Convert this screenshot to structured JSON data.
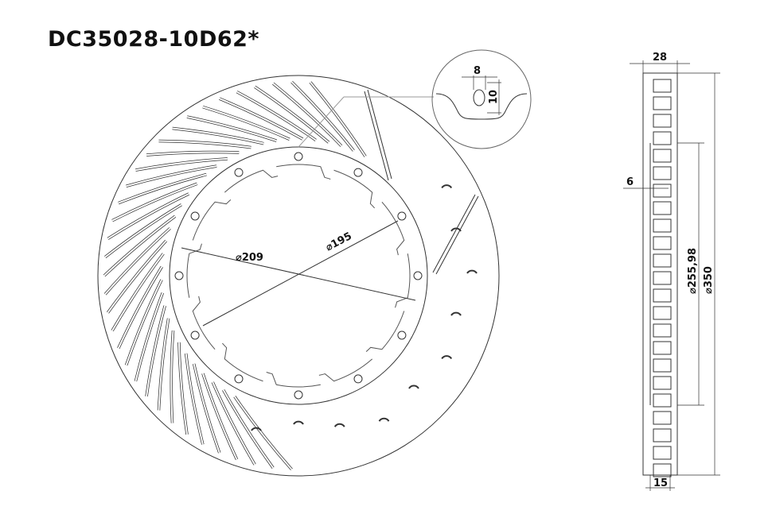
{
  "title": "DC35028-10D62*",
  "dimensions": {
    "slot_width": "8",
    "slot_height": "10",
    "inner_diameter_1": "209",
    "inner_diameter_2": "195",
    "thickness": "28",
    "vane_offset": "6",
    "friction_diameter": "255,98",
    "outer_diameter": "350",
    "hat_width": "15",
    "diameter_symbol": "⌀"
  },
  "colors": {
    "line": "#333333",
    "text": "#111111"
  }
}
